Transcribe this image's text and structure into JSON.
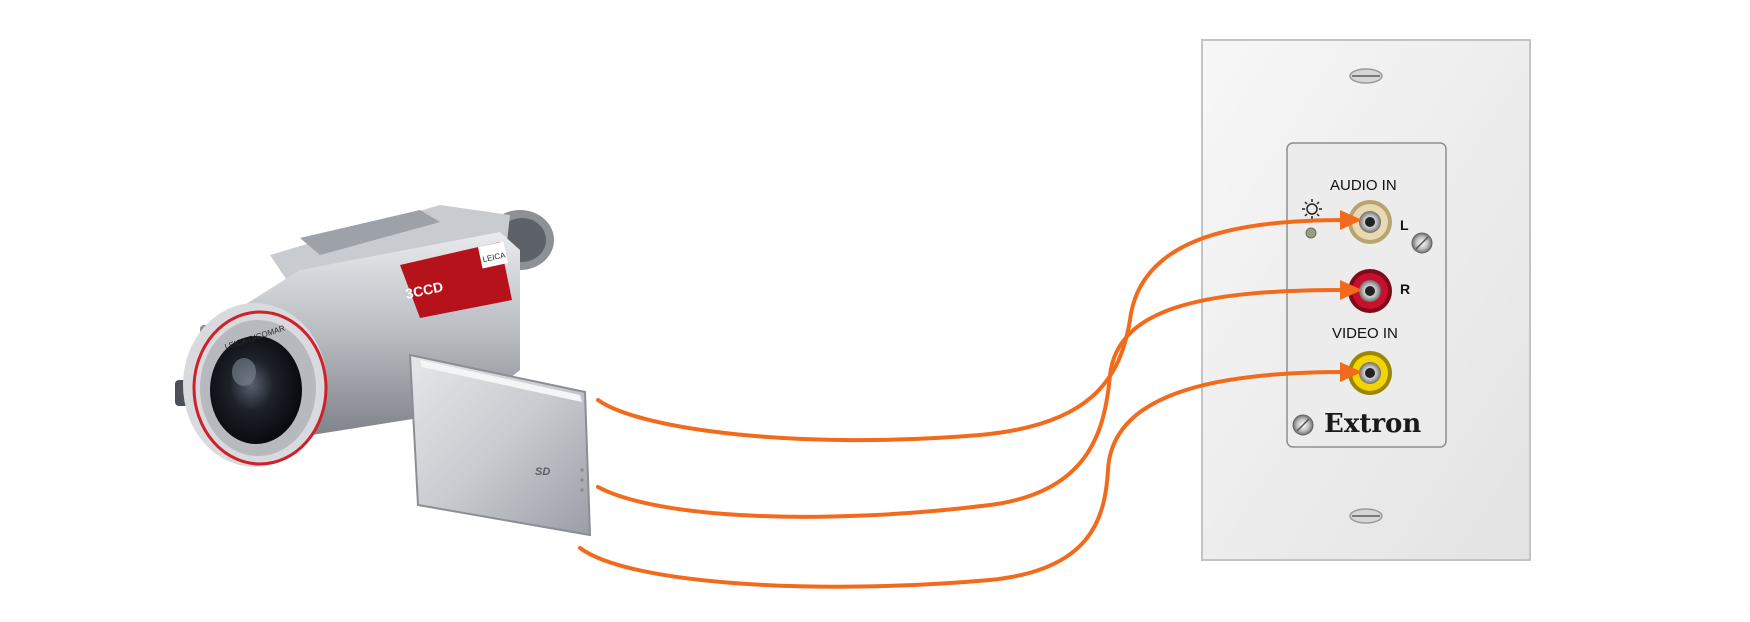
{
  "wall_plate": {
    "audio_label": "AUDIO  IN",
    "left_label": "L",
    "right_label": "R",
    "video_label": "VIDEO  IN",
    "brand": "Extron",
    "colors": {
      "plate": "#f1f1f1",
      "audio_left_jack": "#e8d9b0",
      "audio_right_jack": "#c8102e",
      "video_jack": "#f2d400"
    }
  },
  "camcorder": {
    "brand_badge": "LEICA",
    "lens_ring_text": "LEICA DICOMAR",
    "screen_logo": "SD",
    "color": "#b9bcc1"
  },
  "cables": {
    "color": "#f26a1b",
    "connections": [
      {
        "from": "camcorder",
        "to": "audio-in-left"
      },
      {
        "from": "camcorder",
        "to": "audio-in-right"
      },
      {
        "from": "camcorder",
        "to": "video-in"
      }
    ]
  }
}
